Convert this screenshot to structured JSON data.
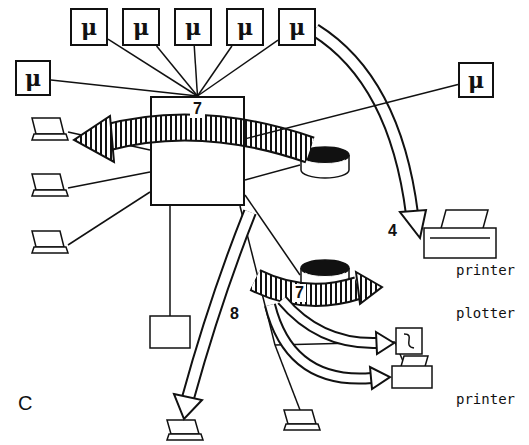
{
  "diagram": {
    "nodes": [
      {
        "text": [
          "μ"
        ]
      },
      {
        "text": [
          "μ"
        ]
      },
      {
        "text": [
          "μ"
        ]
      },
      {
        "text": [
          "μ"
        ]
      },
      {
        "text": [
          "μ"
        ]
      },
      {
        "text": [
          "μ"
        ]
      },
      {
        "text": [
          "μ"
        ]
      },
      {
        "text": [
          "7"
        ]
      }
    ],
    "edges": [
      {
        "from": 0,
        "to": 7,
        "arrow": "none"
      },
      {
        "from": 1,
        "to": 7,
        "arrow": "none"
      },
      {
        "from": 2,
        "to": 7,
        "arrow": "none"
      },
      {
        "from": 3,
        "to": 7,
        "arrow": "none"
      },
      {
        "from": 4,
        "to": 7,
        "arrow": "none"
      },
      {
        "from": 5,
        "to": 7,
        "arrow": "none"
      },
      {
        "from": 6,
        "to": 7,
        "arrow": "none"
      }
    ],
    "labels": [
      "4",
      "printer",
      "7",
      "plotter",
      "8",
      "printer",
      "C"
    ]
  }
}
